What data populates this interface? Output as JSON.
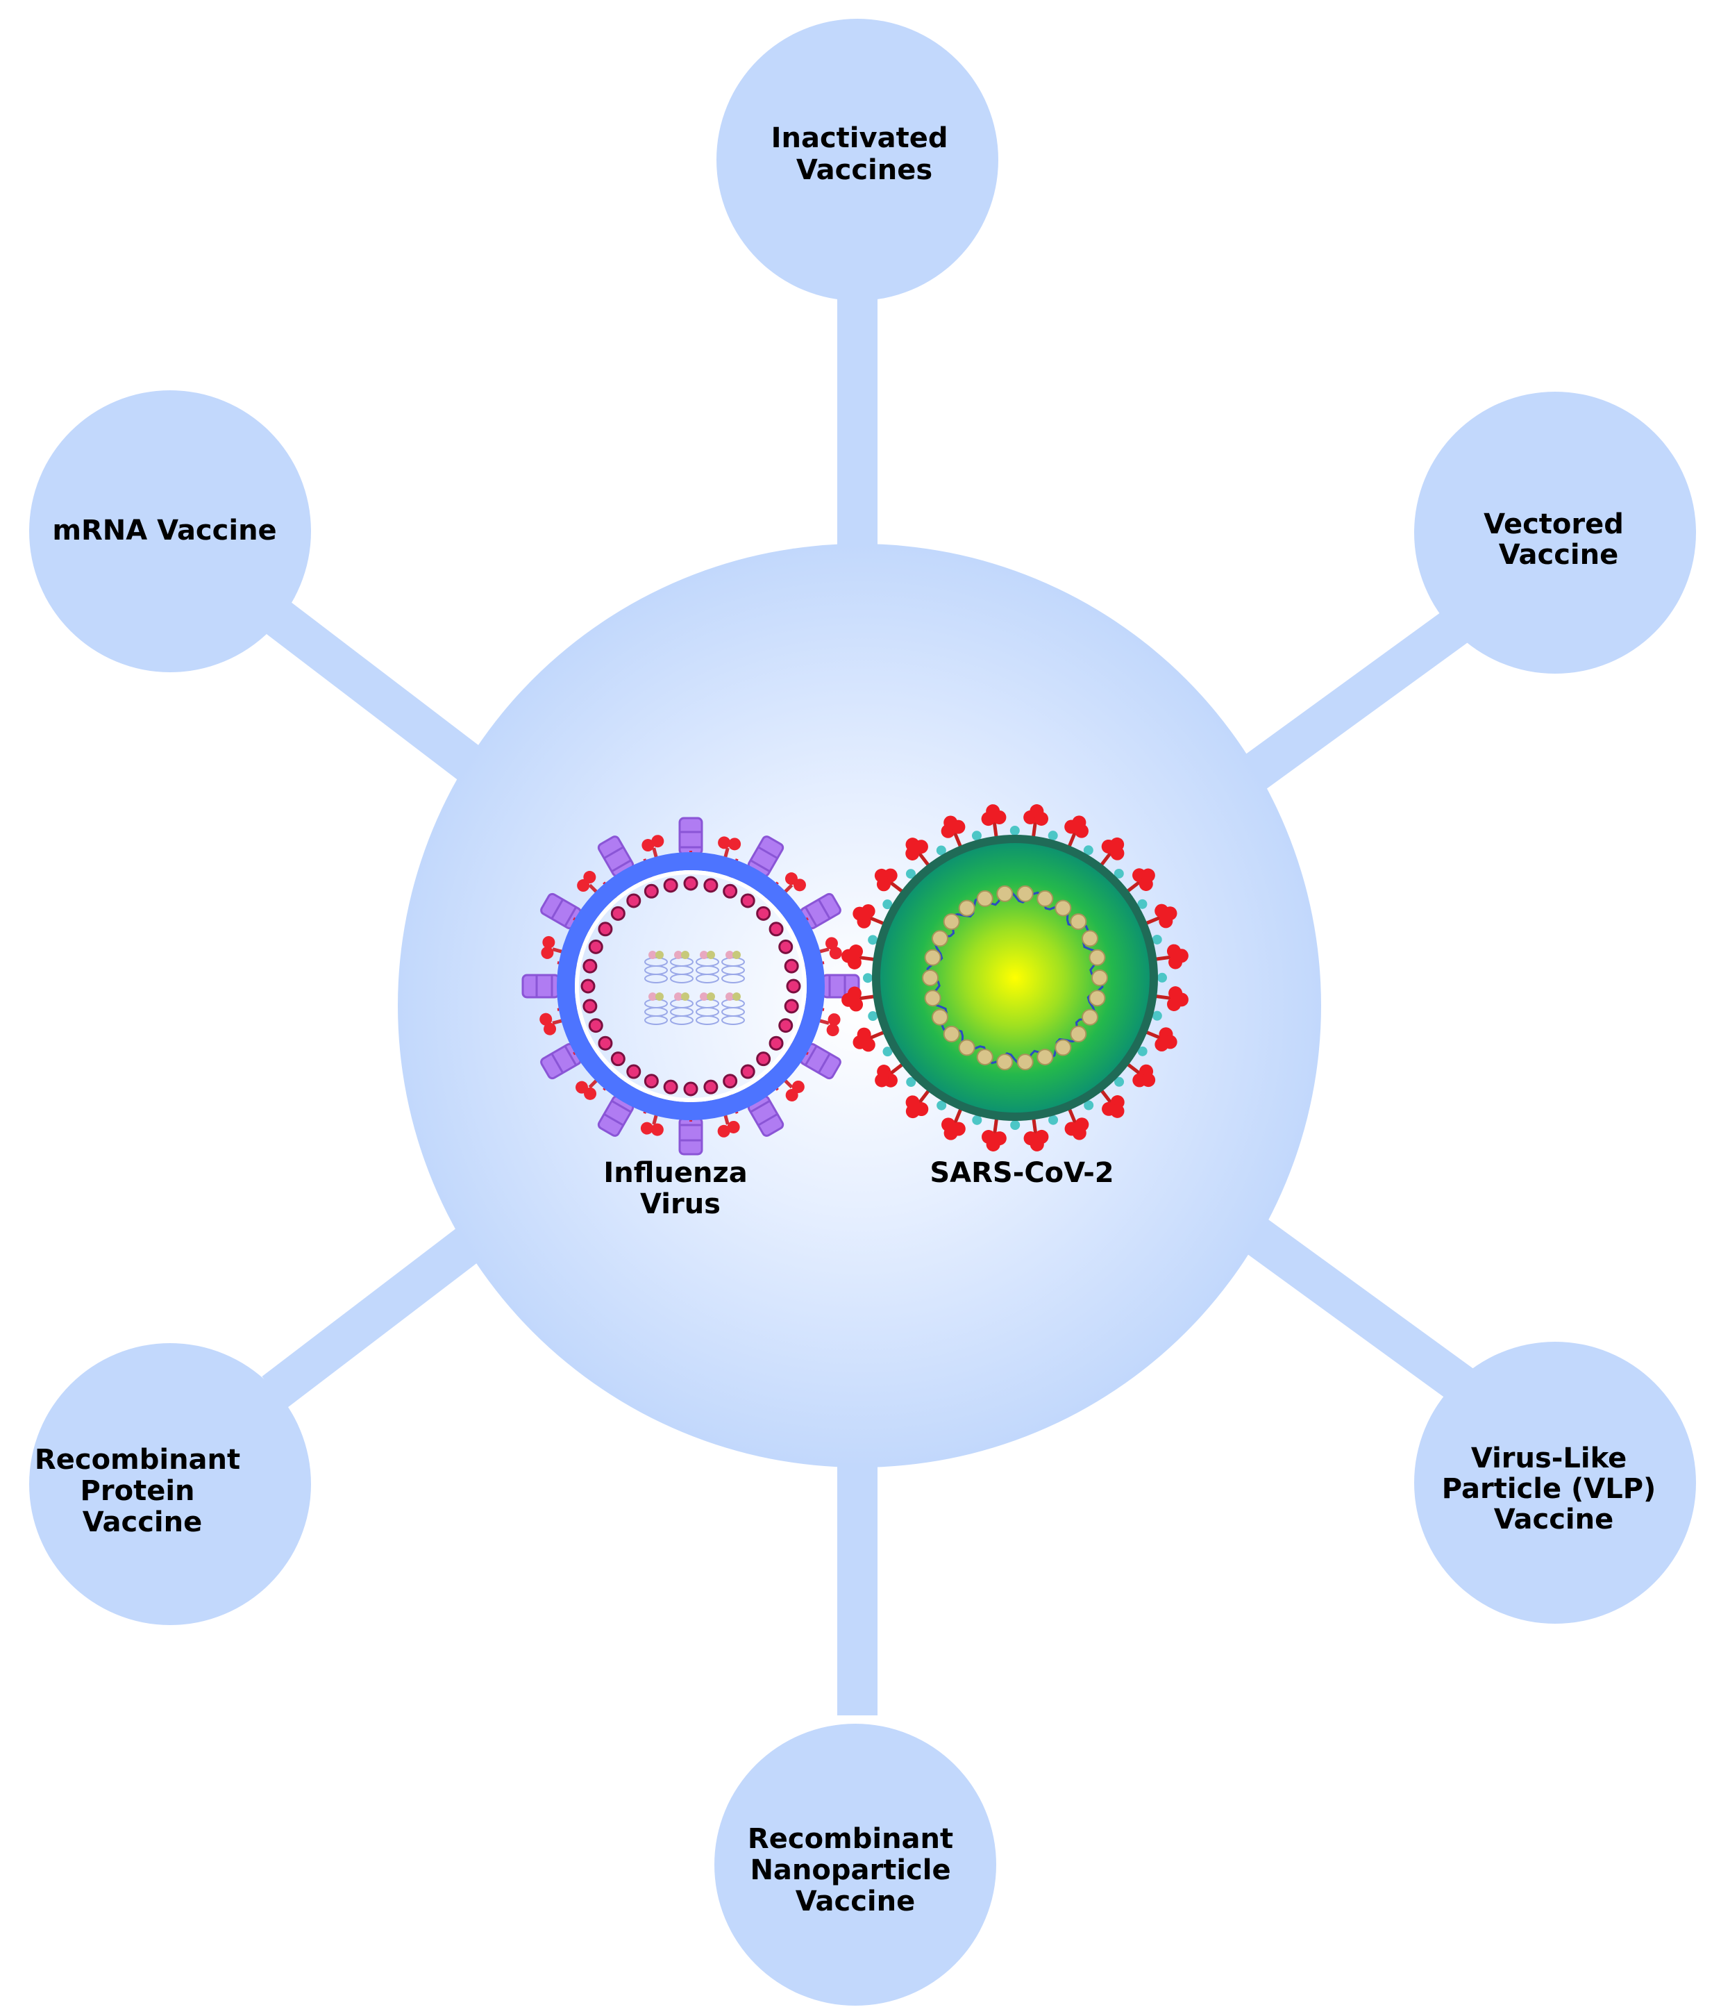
{
  "center": {
    "influenza_label": [
      "Influenza",
      "Virus"
    ],
    "sars_label": [
      "SARS-CoV-2"
    ]
  },
  "nodes": [
    {
      "id": "inactivated",
      "lines": [
        "Inactivated",
        "Vaccines"
      ]
    },
    {
      "id": "vectored",
      "lines": [
        "Vectored",
        "Vaccine"
      ]
    },
    {
      "id": "vlp",
      "lines": [
        "Virus-Like",
        "Particle (VLP)",
        "Vaccine"
      ]
    },
    {
      "id": "nanoparticle",
      "lines": [
        "Recombinant",
        "Nanoparticle",
        "Vaccine"
      ]
    },
    {
      "id": "protein",
      "lines": [
        "Recombinant",
        "Protein",
        "Vaccine"
      ]
    },
    {
      "id": "mrna",
      "lines": [
        "mRNA Vaccine"
      ]
    }
  ],
  "colors": {
    "node_fill": "#c2d8fc",
    "connector": "#c2d8fc",
    "hub_edge": "#c2d8fc",
    "hub_center": "#ffffff"
  }
}
